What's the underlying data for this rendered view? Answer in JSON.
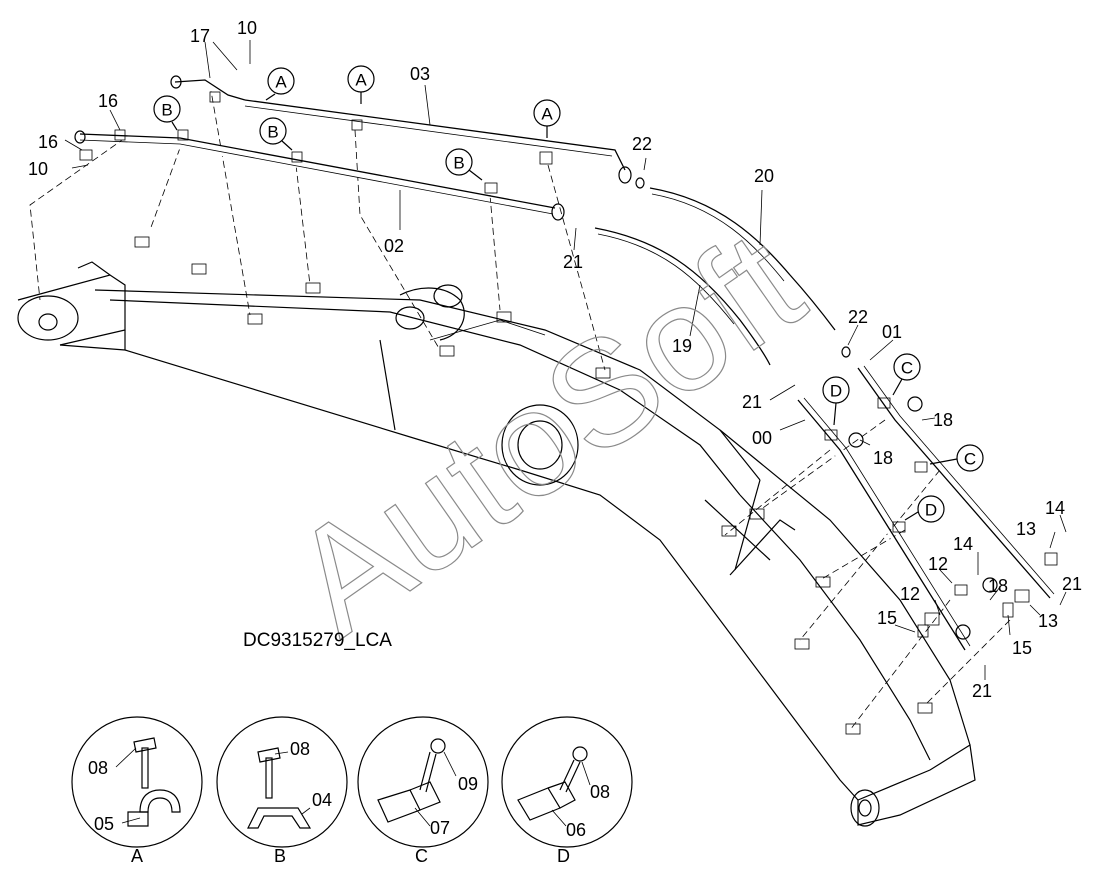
{
  "drawing_code": "DC9315279_LCA",
  "watermark": "AutoSoft",
  "circled_labels": {
    "a1": "A",
    "a2": "A",
    "a3": "A",
    "b1": "B",
    "b2": "B",
    "b3": "B",
    "c1": "C",
    "c2": "C",
    "d1": "D",
    "d2": "D"
  },
  "callouts": {
    "p00": "00",
    "p01": "01",
    "p02": "02",
    "p03": "03",
    "p10a": "10",
    "p10b": "10",
    "p12a": "12",
    "p12b": "12",
    "p13a": "13",
    "p13b": "13",
    "p14a": "14",
    "p14b": "14",
    "p15a": "15",
    "p15b": "15",
    "p16a": "16",
    "p16b": "16",
    "p17": "17",
    "p18a": "18",
    "p18b": "18",
    "p18c": "18",
    "p19": "19",
    "p20": "20",
    "p21a": "21",
    "p21b": "21",
    "p21c": "21",
    "p21d": "21",
    "p22a": "22",
    "p22b": "22"
  },
  "details": [
    {
      "letter": "A",
      "bolt": "08",
      "clamp": "05"
    },
    {
      "letter": "B",
      "bolt": "08",
      "clamp": "04"
    },
    {
      "letter": "C",
      "bolt": "09",
      "clamp": "07"
    },
    {
      "letter": "D",
      "bolt": "08",
      "clamp": "06"
    }
  ]
}
